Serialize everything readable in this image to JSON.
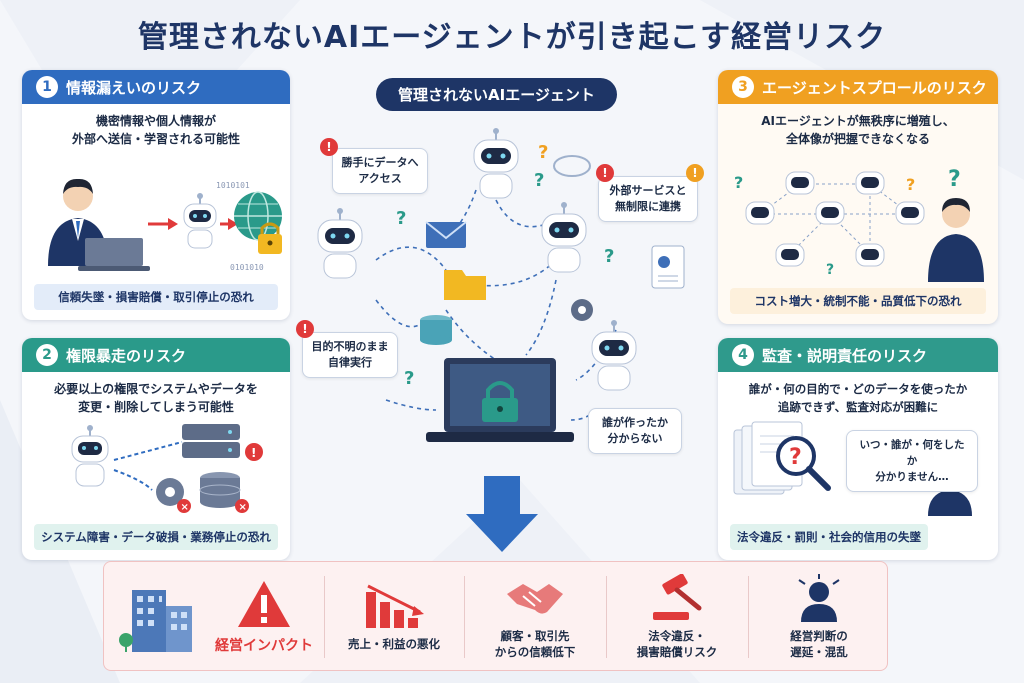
{
  "title": "管理されないAIエージェントが引き起こす経営リスク",
  "center": {
    "label": "管理されないAIエージェント",
    "bubbles": {
      "access": "勝手にデータへ\nアクセス",
      "external": "外部サービスと\n無制限に連携",
      "purpose": "目的不明のまま\n自律実行",
      "who": "誰が作ったか\n分からない"
    }
  },
  "cards": {
    "leak": {
      "num": "1",
      "title": "情報漏えいのリスク",
      "desc": "機密情報や個人情報が\n外部へ送信・学習される可能性",
      "footer": "信頼失墜・損害賠償・取引停止の恐れ"
    },
    "privilege": {
      "num": "2",
      "title": "権限暴走のリスク",
      "desc": "必要以上の権限でシステムやデータを\n変更・削除してしまう可能性",
      "footer": "システム障害・データ破損・業務停止の恐れ"
    },
    "sprawl": {
      "num": "3",
      "title": "エージェントスプロールのリスク",
      "desc": "AIエージェントが無秩序に増殖し、\n全体像が把握できなくなる",
      "footer": "コスト増大・統制不能・品質低下の恐れ"
    },
    "audit": {
      "num": "4",
      "title": "監査・説明責任のリスク",
      "desc": "誰が・何の目的で・どのデータを使ったか\n追跡できず、監査対応が困難に",
      "bubble": "いつ・誰が・何をしたか\n分かりません…",
      "footer": "法令違反・罰則・社会的信用の失墜"
    }
  },
  "impact": {
    "title": "経営インパクト",
    "items": [
      "売上・利益の悪化",
      "顧客・取引先\nからの信頼低下",
      "法令違反・\n損害賠償リスク",
      "経営判断の\n遅延・混乱"
    ]
  },
  "icons": {
    "warning": "warning-icon",
    "lock": "lock-icon",
    "globe": "globe-icon",
    "robot": "robot-icon",
    "laptop": "laptop-icon",
    "server": "server-icon",
    "database": "database-icon",
    "gear": "gear-icon",
    "mail": "mail-icon",
    "folder": "folder-icon",
    "document": "document-icon",
    "cloud": "cloud-icon",
    "magnifier": "magnifier-icon",
    "building": "building-icon",
    "chart-down": "chart-down-icon",
    "handshake": "handshake-icon",
    "gavel": "gavel-icon",
    "confused-person": "confused-person-icon"
  },
  "colors": {
    "navy": "#1e3566",
    "blue": "#2f6cc0",
    "green": "#2a9a8a",
    "orange": "#f0a021",
    "red": "#e03a3a"
  }
}
